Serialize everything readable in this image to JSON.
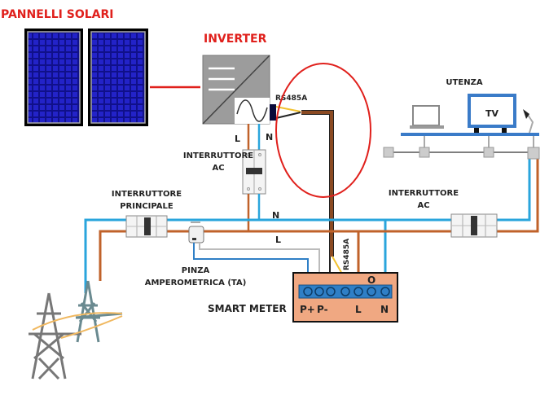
{
  "labels": {
    "solar_panels": "PANNELLI SOLARI",
    "inverter": "INVERTER",
    "rs485_inverter": "RS485A",
    "inv_L": "L",
    "inv_N": "N",
    "ac_breaker_left_1": "INTERRUTTORE",
    "ac_breaker_left_2": "AC",
    "main_breaker_1": "INTERRUTTORE",
    "main_breaker_2": "PRINCIPALE",
    "clamp_1": "PINZA",
    "clamp_2": "AMPEROMETRICA (TA)",
    "smart_meter": "SMART METER",
    "rs485_meter": "RS485A",
    "bus_N": "N",
    "bus_L": "L",
    "load": "UTENZA",
    "tv": "TV",
    "ac_breaker_right_1": "INTERRUTTORE",
    "ac_breaker_right_2": "AC",
    "meter_terminals": {
      "p_plus": "P+",
      "p_minus": "P-",
      "L": "L",
      "N": "N",
      "O": "O"
    }
  },
  "colors": {
    "live_wire": "#c0622a",
    "neutral_wire": "#2aa5dc",
    "signal_wire": "#4a8cc7",
    "rs485_cable": "#8b4a22",
    "highlight_ellipse": "#e0201c",
    "meter_body": "#f0a882",
    "terminal_strip": "#2f7fc6",
    "panel_cells": "#1a1aa8"
  }
}
